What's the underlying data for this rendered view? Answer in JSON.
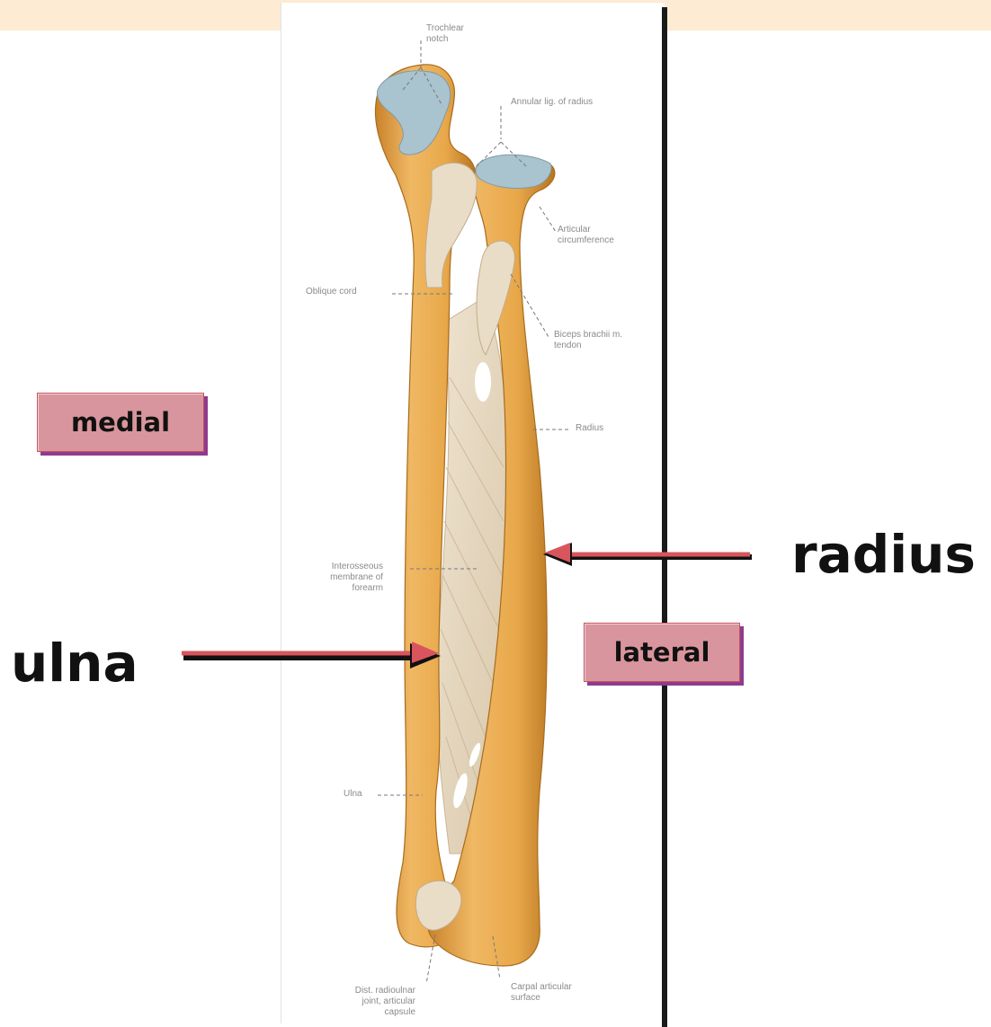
{
  "orientation_tags": {
    "medial": "medial",
    "lateral": "lateral"
  },
  "bone_labels": {
    "radius": "radius",
    "ulna": "ulna"
  },
  "annotations": {
    "trochlear_notch": [
      "Trochlear",
      "notch"
    ],
    "annular_lig": "Annular lig. of radius",
    "articular_circumference": [
      "Articular",
      "circumference"
    ],
    "oblique_cord": "Oblique cord",
    "biceps_tendon": [
      "Biceps brachii m.",
      "tendon"
    ],
    "radius": "Radius",
    "interosseous_membrane": [
      "Interosseous",
      "membrane of",
      "forearm"
    ],
    "ulna": "Ulna",
    "dist_radioulnar": [
      "Dist. radioulnar",
      "joint, articular",
      "capsule"
    ],
    "carpal_articular": [
      "Carpal articular",
      "surface"
    ]
  },
  "colors": {
    "bone": "#e7a84a",
    "bone_shadow": "#c9822a",
    "cartilage": "#a9c3cf",
    "ligament": "#e9ddc8",
    "arrow": "#d9555d",
    "tag_fill": "#d9959d",
    "tag_shadow": "#8e3a8e",
    "top_band": "#fdebd3"
  }
}
